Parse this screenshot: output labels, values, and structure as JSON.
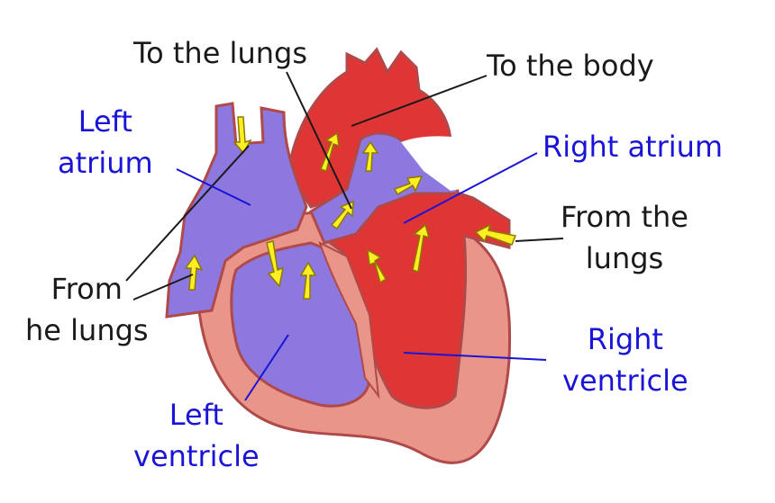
{
  "labels": {
    "to_lungs": "To the lungs",
    "to_body": "To the body",
    "left_atrium": [
      "Left",
      "atrium"
    ],
    "right_atrium": "Right atrium",
    "from_lungs_left": [
      "From",
      "he lungs"
    ],
    "from_lungs_right": [
      "From the",
      "lungs"
    ],
    "left_ventricle": [
      "Left",
      "ventricle"
    ],
    "right_ventricle": [
      "Right",
      "ventricle"
    ]
  },
  "colors": {
    "oxygenated": "#e03535",
    "deoxygenated": "#8d78e0",
    "muscle": "#e9958a",
    "outline": "#b04a4a",
    "arrow": "#ffee22",
    "label_blue": "#1a14d6",
    "label_black": "#1a1a1a"
  }
}
